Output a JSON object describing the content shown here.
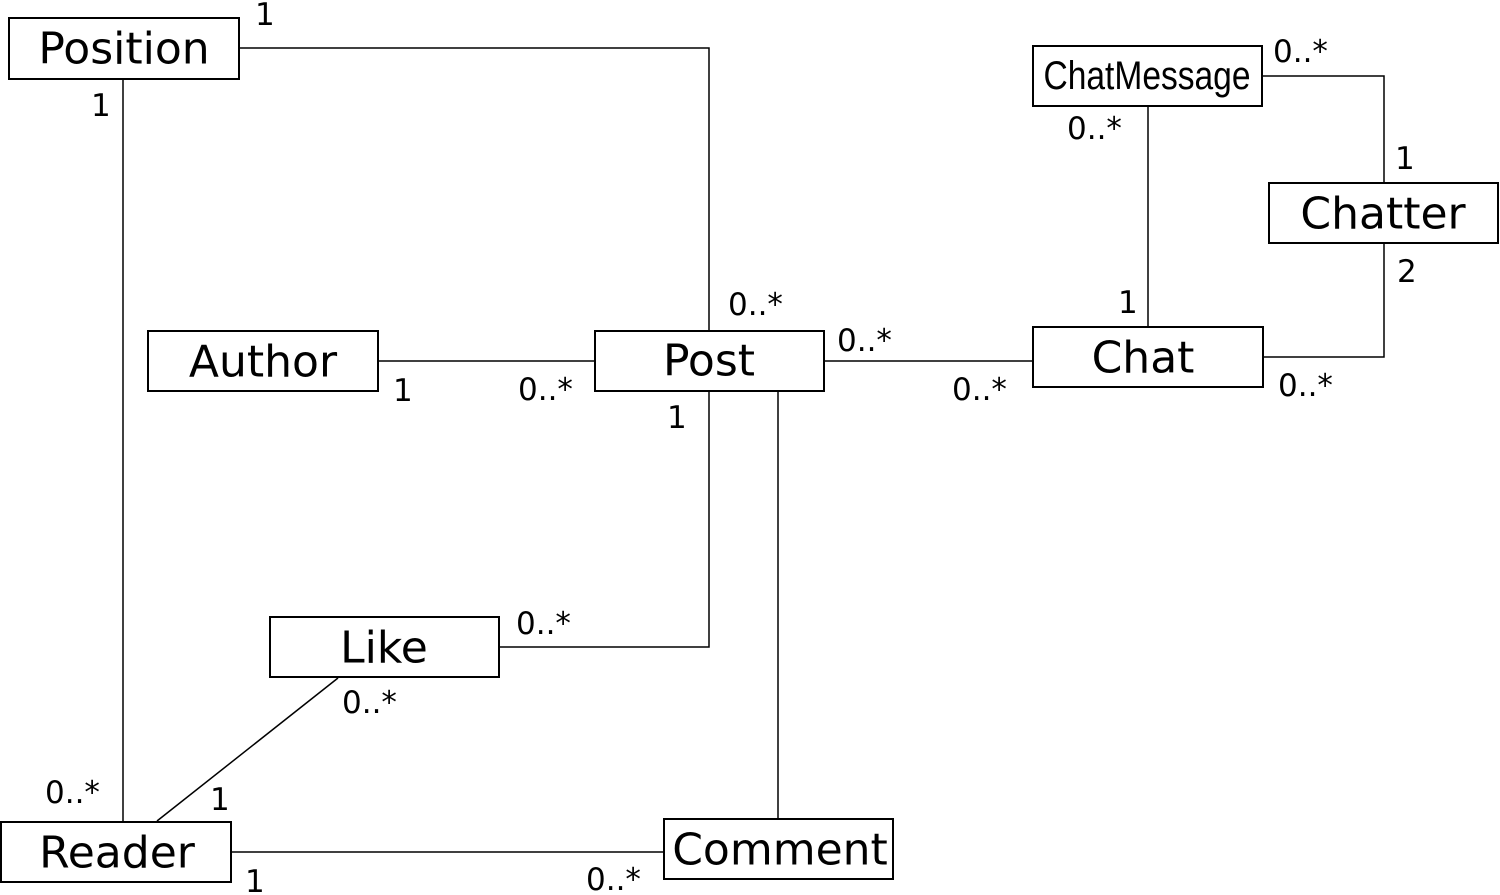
{
  "diagram_type": "uml-class-diagram",
  "classes": {
    "position": "Position",
    "author": "Author",
    "post": "Post",
    "like": "Like",
    "reader": "Reader",
    "comment": "Comment",
    "chat_message": "ChatMessage",
    "chatter": "Chatter",
    "chat": "Chat"
  },
  "associations": [
    {
      "id": "position-post",
      "from": "Position",
      "to": "Post",
      "from_mult": "1",
      "to_mult": "0..*"
    },
    {
      "id": "position-reader",
      "from": "Position",
      "to": "Reader",
      "from_mult": "1",
      "to_mult": "0..*"
    },
    {
      "id": "author-post",
      "from": "Author",
      "to": "Post",
      "from_mult": "1",
      "to_mult": "0..*"
    },
    {
      "id": "post-chat",
      "from": "Post",
      "to": "Chat",
      "from_mult": "0..*",
      "to_mult": "0..*"
    },
    {
      "id": "post-like",
      "from": "Post",
      "to": "Like",
      "from_mult": "1",
      "to_mult": "0..*"
    },
    {
      "id": "like-reader",
      "from": "Like",
      "to": "Reader",
      "from_mult": "0..*",
      "to_mult": "1"
    },
    {
      "id": "reader-comment",
      "from": "Reader",
      "to": "Comment",
      "from_mult": "1",
      "to_mult": "0..*"
    },
    {
      "id": "post-comment",
      "from": "Post",
      "to": "Comment",
      "from_mult": "",
      "to_mult": ""
    },
    {
      "id": "chatmessage-chatter",
      "from": "ChatMessage",
      "to": "Chatter",
      "from_mult": "0..*",
      "to_mult": "1"
    },
    {
      "id": "chatmessage-chat",
      "from": "ChatMessage",
      "to": "Chat",
      "from_mult": "0..*",
      "to_mult": "1"
    },
    {
      "id": "chatter-chat",
      "from": "Chatter",
      "to": "Chat",
      "from_mult": "2",
      "to_mult": "0..*"
    }
  ]
}
